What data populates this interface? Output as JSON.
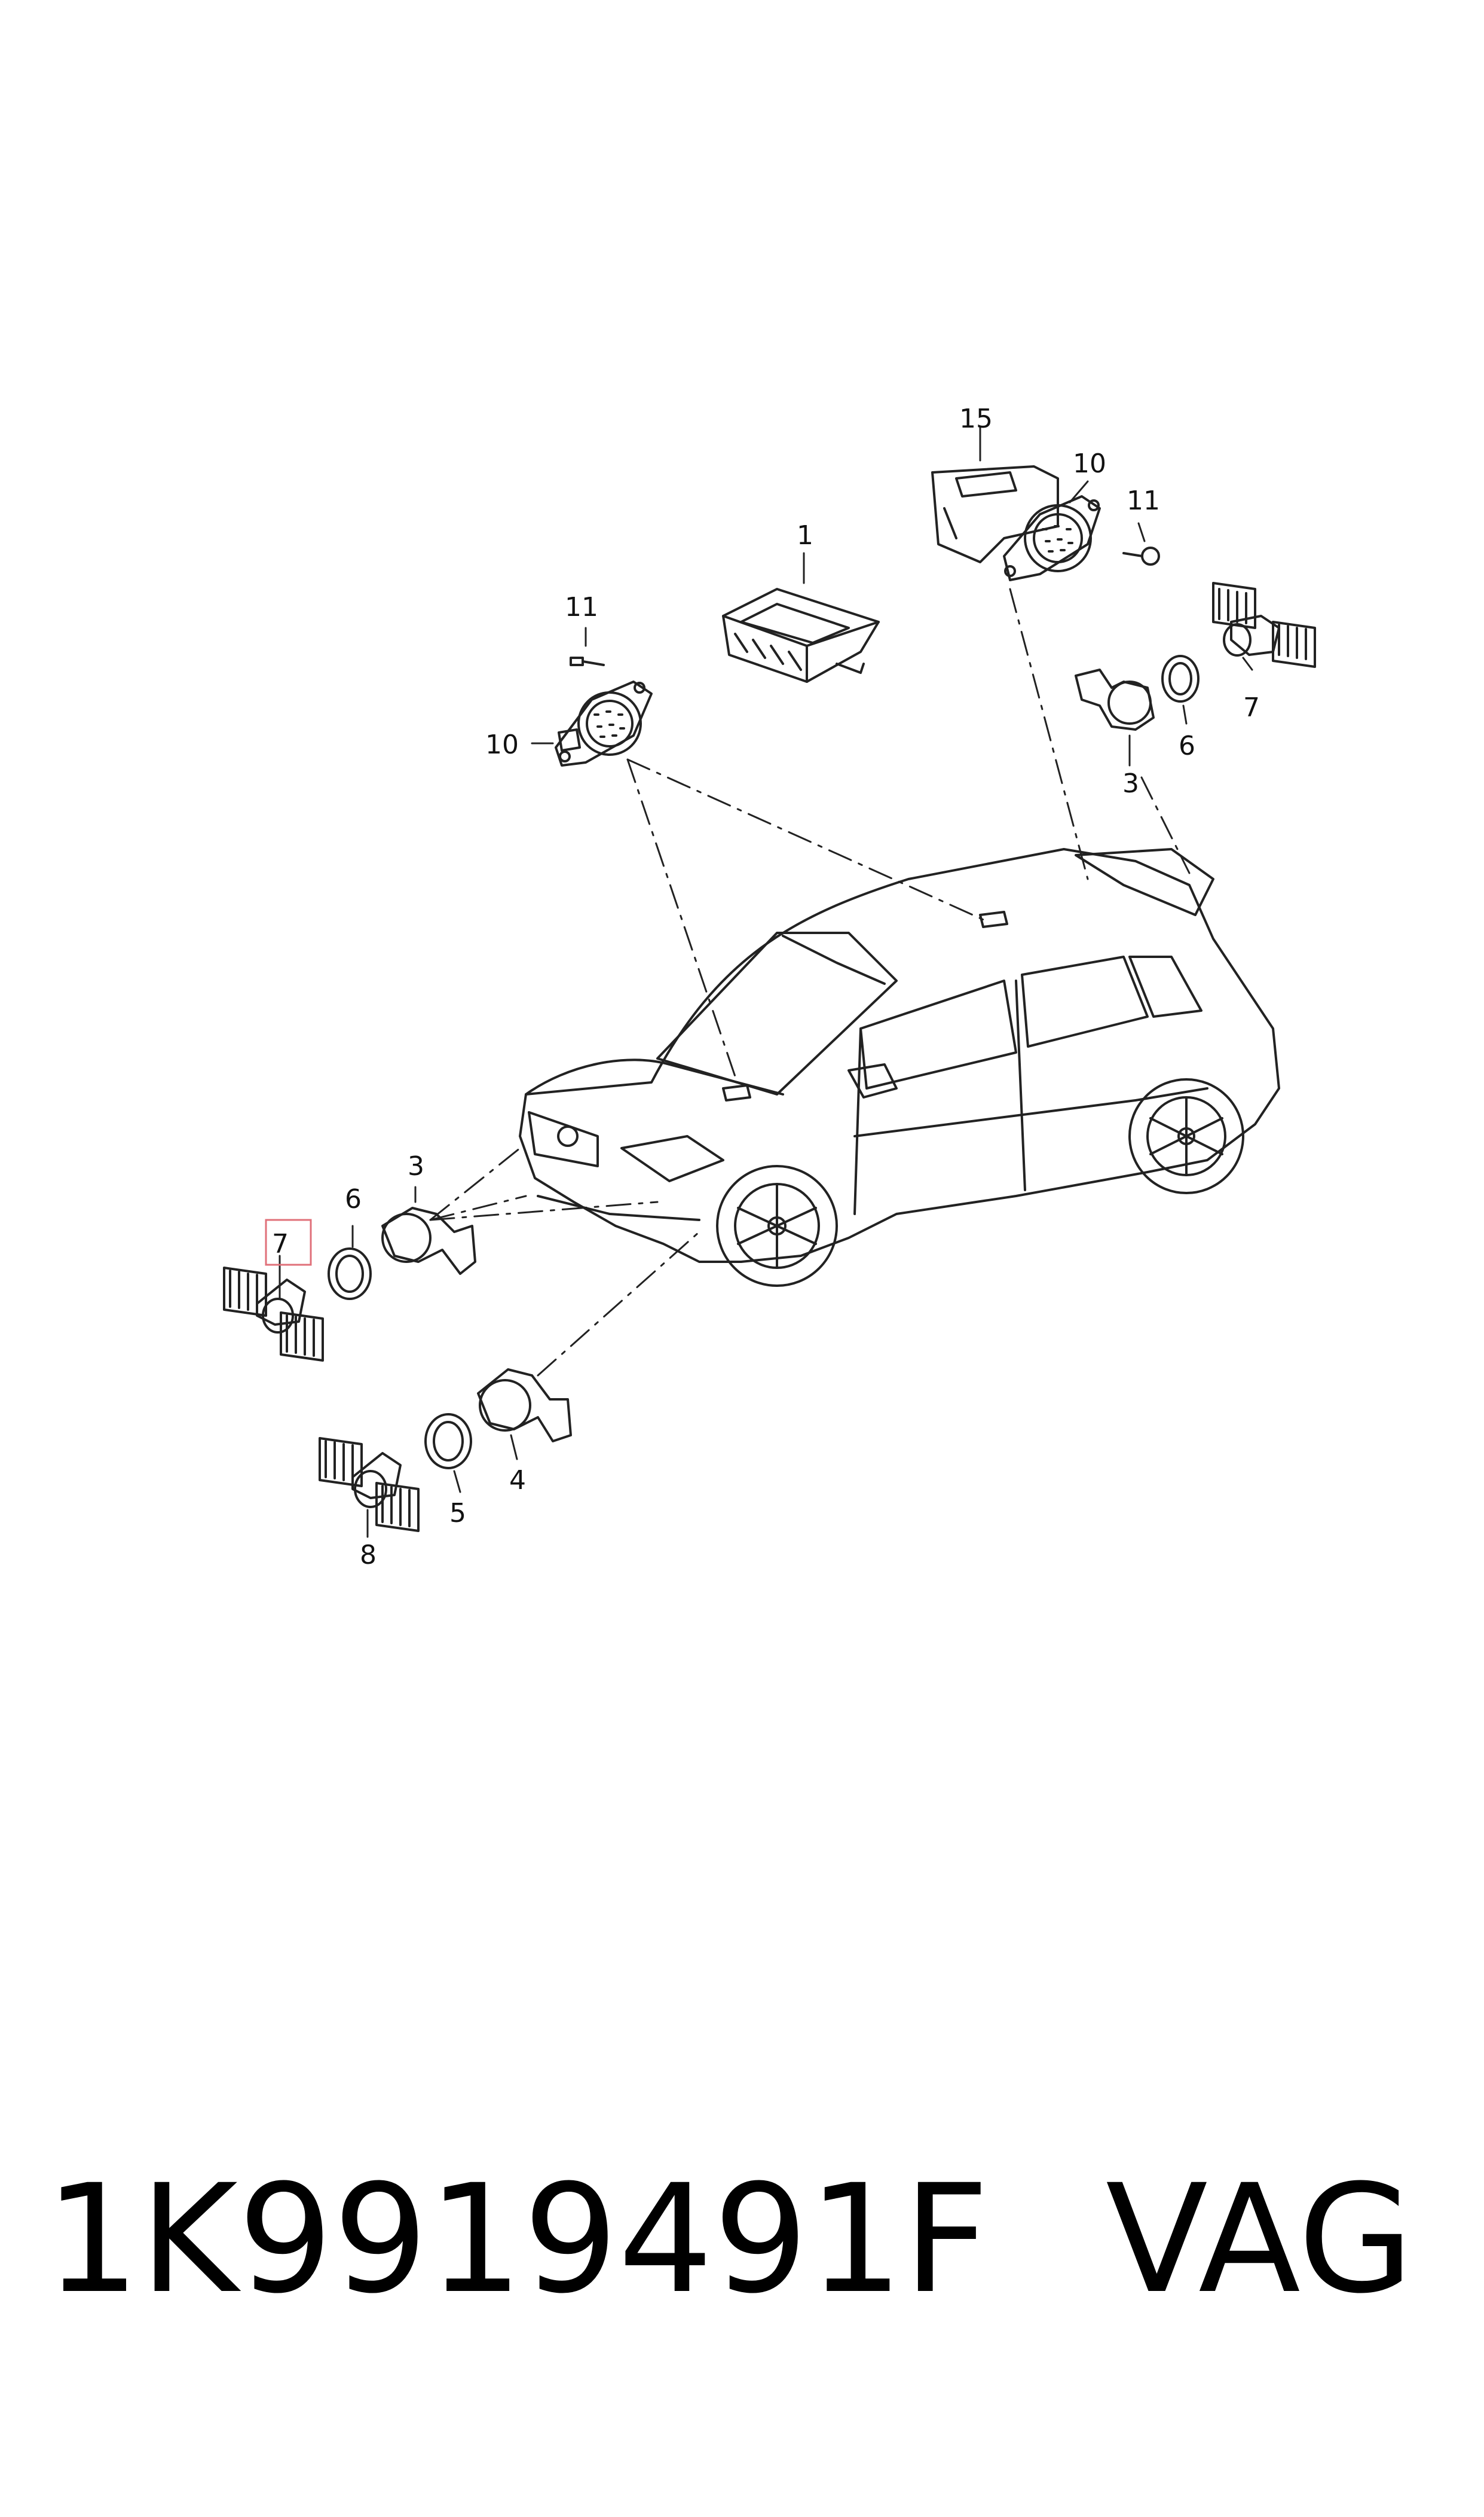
{
  "callouts": {
    "c1": "1",
    "c3_front": "3",
    "c3_rear": "3",
    "c4": "4",
    "c5": "5",
    "c6_front": "6",
    "c6_rear": "6",
    "c7_front": "7",
    "c7_rear": "7",
    "c8": "8",
    "c10_left": "10",
    "c10_right": "10",
    "c11_left": "11",
    "c11_right": "11",
    "c15": "15"
  },
  "highlight_color": "#e0707a",
  "footer": {
    "part_number": "1K9919491F",
    "brand": "VAG"
  }
}
